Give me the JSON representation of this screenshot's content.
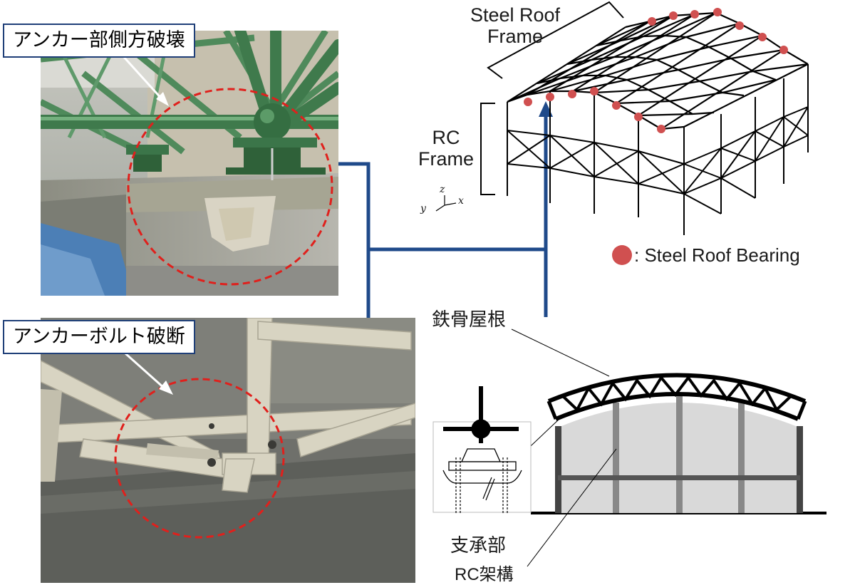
{
  "callouts": {
    "anchor_side_failure": "アンカー部側方破壊",
    "anchor_bolt_fracture": "アンカーボルト破断"
  },
  "frame3d": {
    "steel_roof_frame_line1": "Steel Roof",
    "steel_roof_frame_line2": "Frame",
    "rc_frame_line1": "RC",
    "rc_frame_line2": "Frame",
    "axis_z": "z",
    "axis_x": "x",
    "axis_y": "y",
    "legend_text": ": Steel Roof Bearing"
  },
  "section": {
    "steel_roof_label": "鉄骨屋根",
    "bearing_label": "支承部",
    "rc_frame_label": "RC架構"
  },
  "colors": {
    "connector_blue": "#1f4a8a",
    "bearing_red": "#d05050",
    "roof_green": "#3f7a4c",
    "callout_border": "#1f3f78"
  }
}
